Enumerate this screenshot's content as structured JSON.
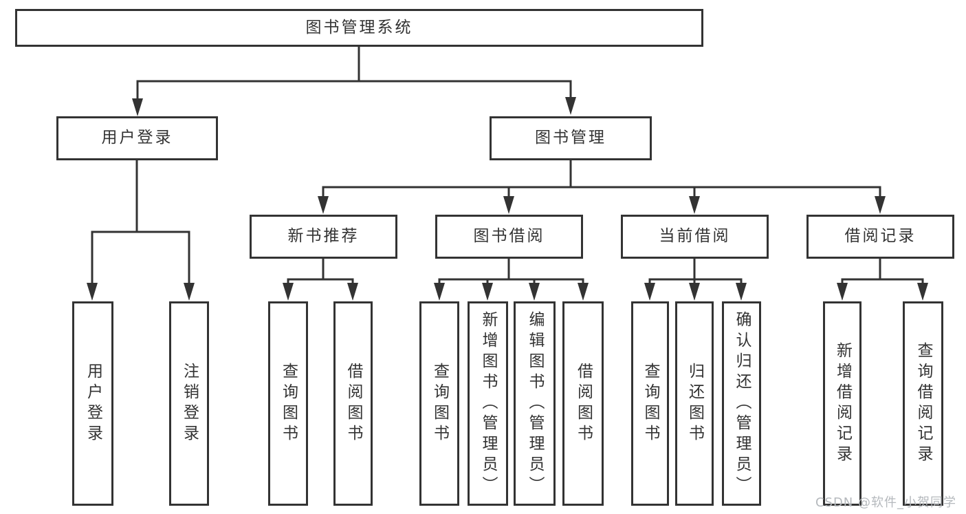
{
  "diagram": {
    "root": {
      "label": "图书管理系统"
    },
    "branches": [
      {
        "label": "用户登录",
        "children": [
          {
            "label": "用户登录"
          },
          {
            "label": "注销登录"
          }
        ]
      },
      {
        "label": "图书管理",
        "children": [
          {
            "label": "新书推荐",
            "children": [
              {
                "label": "查询图书"
              },
              {
                "label": "借阅图书"
              }
            ]
          },
          {
            "label": "图书借阅",
            "children": [
              {
                "label": "查询图书"
              },
              {
                "label": "新增图书（管理员）"
              },
              {
                "label": "编辑图书（管理员）"
              },
              {
                "label": "借阅图书"
              }
            ]
          },
          {
            "label": "当前借阅",
            "children": [
              {
                "label": "查询图书"
              },
              {
                "label": "归还图书"
              },
              {
                "label": "确认归还（管理员）"
              }
            ]
          },
          {
            "label": "借阅记录",
            "children": [
              {
                "label": "新增借阅记录"
              },
              {
                "label": "查询借阅记录"
              }
            ]
          }
        ]
      }
    ]
  },
  "watermark": "CSDN @软件_小贺同学",
  "colors": {
    "line": "#333333",
    "box_border": "#333333",
    "box_background": "#ffffff",
    "text": "#333333",
    "watermark_text": "#b5b9bd",
    "page_background": "#ffffff"
  }
}
